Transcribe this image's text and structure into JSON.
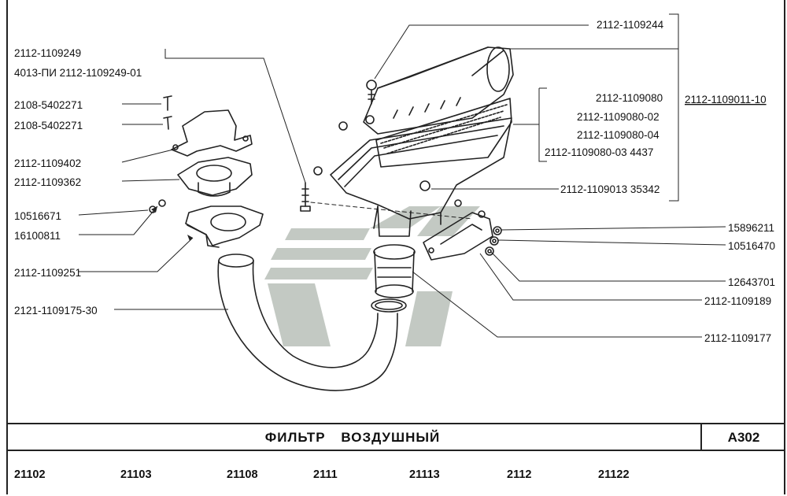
{
  "title": "ФИЛЬТР ВОЗДУШНЫЙ",
  "sheet_code": "A302",
  "models": [
    "21102",
    "21103",
    "21108",
    "2111",
    "21113",
    "2112",
    "21122"
  ],
  "part_labels": {
    "p1109244": "2112-1109244",
    "p1109249": "2112-1109249",
    "p1109249_alt": "4013-ПИ 2112-1109249-01",
    "p5402271_a": "2108-5402271",
    "p5402271_b": "2108-5402271",
    "p1109402": "2112-1109402",
    "p1109362": "2112-1109362",
    "p10516671": "10516671",
    "p16100811": "16100811",
    "p1109251": "2112-1109251",
    "p1109175": "2121-1109175-30",
    "p1109011": "2112-1109011-10",
    "p1109080": "2112-1109080",
    "p1109080_02": "2112-1109080-02",
    "p1109080_04": "2112-1109080-04",
    "p1109080_03": "2112-1109080-03 4437",
    "p1109013": "2112-1109013 35342",
    "p15896211": "15896211",
    "p10516470": "10516470",
    "p12643701": "12643701",
    "p1109189": "2112-1109189",
    "p1109177": "2112-1109177"
  },
  "colors": {
    "ink": "#222222",
    "watermark": "#b8bfb8"
  }
}
